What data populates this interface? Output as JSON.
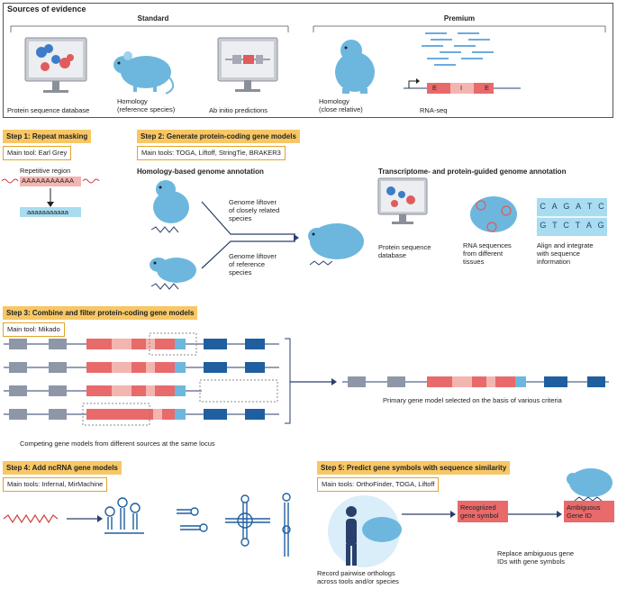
{
  "evidence": {
    "title": "Sources of evidence",
    "standard": "Standard",
    "premium": "Premium",
    "items": [
      "Protein sequence database",
      "Homology\n(reference species)",
      "Ab initio predictions",
      "Homology\n(close relative)",
      "RNA-seq"
    ],
    "exon": "E",
    "intron": "I"
  },
  "step1": {
    "tag": "Step 1: Repeat masking",
    "tool": "Main tool: Earl Grey",
    "repeat_label": "Repetitive region",
    "repeat_seq": "AAAAAAAAAAA",
    "masked_seq": "aaaaaaaaaaa"
  },
  "step2": {
    "tag": "Step 2: Generate protein-coding gene models",
    "tools": "Main tools: TOGA, Liftoff, StringTie, BRAKER3",
    "homology_title": "Homology-based genome annotation",
    "liftover1": "Genome liftover\nof closely related\nspecies",
    "liftover2": "Genome liftover\nof reference\nspecies",
    "transcript_title": "Transcriptome- and protein-guided genome annotation",
    "protein_db": "Protein sequence\ndatabase",
    "rna_seqs": "RNA sequences\nfrom different\ntissues",
    "align": "Align and integrate\nwith sequence\ninformation",
    "dna_top": [
      "C",
      "A",
      "G",
      "A",
      "T",
      "C"
    ],
    "dna_bottom": [
      "G",
      "T",
      "C",
      "T",
      "A",
      "G"
    ]
  },
  "step3": {
    "tag": "Step 3: Combine and filter protein-coding gene models",
    "tool": "Main tool: Mikado",
    "primary": "Primary gene model selected on the basis of various criteria",
    "competing": "Competing gene models from different sources at the same locus"
  },
  "step4": {
    "tag": "Step 4: Add ncRNA gene models",
    "tools": "Main tools: Infernal, MirMachine"
  },
  "step5": {
    "tag": "Step 5: Predict gene symbols with sequence similarity",
    "tools": "Main tools: OrthoFinder, TOGA, Liftoff",
    "recognized": "Recognized\ngene symbol",
    "ambiguous": "Ambiguous\nGene ID",
    "record": "Record pairwise orthologs\nacross tools and/or species",
    "replace": "Replace ambiguous gene\nIDs with gene symbols"
  },
  "colors": {
    "gold": "#f7c766",
    "exon_red": "#e86a6a",
    "exon_light": "#f3b5b0",
    "blue_animal": "#6db7de",
    "navy": "#2a3f6b",
    "utr_blue": "#1f5fa0"
  }
}
